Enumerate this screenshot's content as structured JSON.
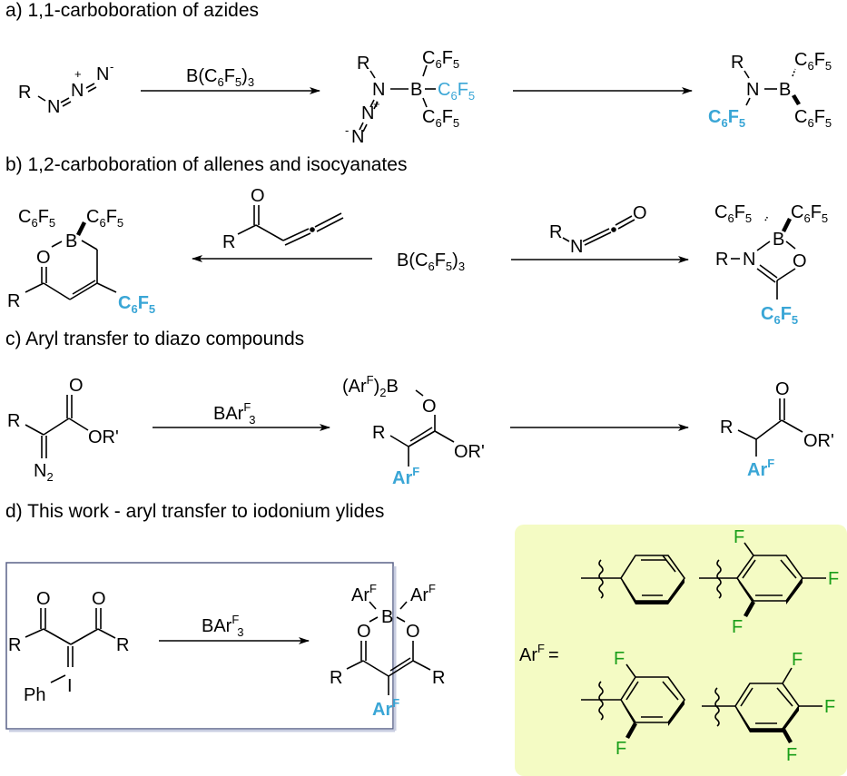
{
  "sections": [
    {
      "id": "a",
      "heading": "a) 1,1-carboboration of azides"
    },
    {
      "id": "b",
      "heading": "b) 1,2-carboboration of allenes and isocyanates"
    },
    {
      "id": "c",
      "heading": "c) Aryl transfer to diazo compounds"
    },
    {
      "id": "d",
      "heading": "d) This work - aryl transfer to iodonium ylides"
    }
  ],
  "scheme_a": {
    "reagent": {
      "main": "B(C",
      "sub1": "6",
      "mid": "F",
      "sub2": "5",
      "end": ")",
      "sub3": "3"
    },
    "substrate": {
      "R": "R",
      "N1": "N",
      "N2": "N",
      "N3": "N",
      "plus": "+",
      "minus": "-"
    },
    "intermediate": {
      "R": "R",
      "N": "N",
      "B": "B",
      "Nplus": "N",
      "plus": "+",
      "Nminus": "N",
      "minus": "-",
      "group": "C6F5"
    },
    "product": {
      "R": "R",
      "N": "N",
      "B": "B"
    }
  },
  "scheme_b": {
    "reagent": "B(C6F5)3",
    "allene_reagent": {
      "O": "O",
      "R": "R"
    },
    "isocyanate_reagent": {
      "R": "R",
      "N": "N",
      "O": "O"
    },
    "left_product": {
      "O": "O",
      "B": "B",
      "R": "R"
    },
    "right_product": {
      "R": "R",
      "N": "N",
      "B": "B",
      "O": "O"
    }
  },
  "scheme_c": {
    "reagent_label": {
      "main": "BAr",
      "sup": "F",
      "sub": "3"
    },
    "substrate": {
      "R": "R",
      "O": "O",
      "OR": "OR'",
      "N2": "N",
      "N2sub": "2"
    },
    "intermediate": {
      "prefix": "(Ar",
      "sup": "F",
      "suffix": ")",
      "sub": "2",
      "B": "B",
      "O": "O",
      "R": "R",
      "OR": "OR'"
    },
    "product": {
      "R": "R",
      "O": "O",
      "OR": "OR'"
    }
  },
  "scheme_d": {
    "reagent_label": {
      "main": "BAr",
      "sup": "F",
      "sub": "3"
    },
    "substrate": {
      "O": "O",
      "R": "R",
      "I": "I",
      "Ph": "Ph"
    },
    "product": {
      "ArF": "Ar",
      "sup": "F",
      "B": "B",
      "O": "O",
      "R": "R"
    },
    "arf_definition": {
      "label": "Ar",
      "sup": "F",
      "eq": "=",
      "fluorine": "F"
    }
  },
  "colors": {
    "transferred_group": "#3aa6d6",
    "fluorine": "#1a9f1a",
    "panel_bg": "#f4fbc4",
    "box_border": "#5a6288"
  }
}
